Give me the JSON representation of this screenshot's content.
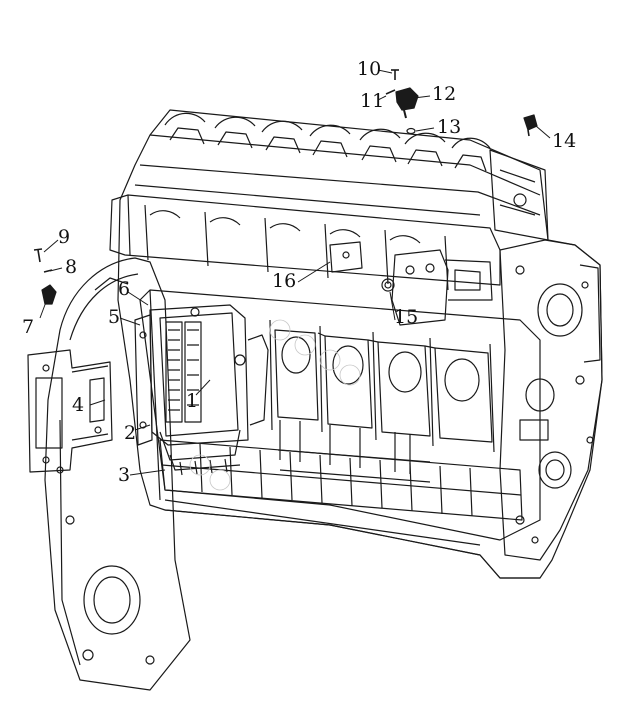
{
  "diagram": {
    "line_color": "#1a1a1a",
    "background": "#ffffff",
    "callouts": {
      "c1": "1",
      "c2": "2",
      "c3": "3",
      "c4": "4",
      "c5": "5",
      "c6": "6",
      "c7": "7",
      "c8": "8",
      "c9": "9",
      "c10": "10",
      "c11": "11",
      "c12": "12",
      "c13": "13",
      "c14": "14",
      "c15": "15",
      "c16": "16"
    }
  }
}
